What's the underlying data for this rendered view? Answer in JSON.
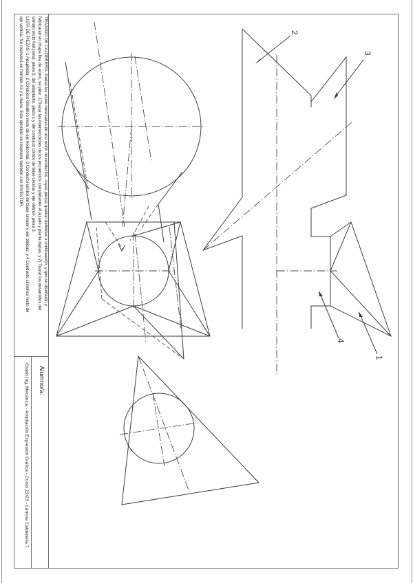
{
  "sheet": {
    "title_block": {
      "description_lines": [
        "TRAZADO DE CALDERERÍA. Dadas las vistas necesarias de una unión de conductos, cuyas piezas quedan definidas a continuación, y que se diseñarán y",
        "fabricarán en chapa fina de acero, se pide: 1)Trazar las intersecciones de los encuentros completando el alzado y planta dadas, y 2) Trazar los desarrollos del",
        "cilindro recto horizontal, pieza 2, del adaptador, pieza 1 y del conducto cónico de base circular y eje oblicuo, pieza 3.",
        "LISTA DE PIEZAS: 1 Adaptador, 2 Conducto cilíndrico recto de eje horizontal, 3 Conducto cónico de base circular y eje oblicuo, y 4 Conducto cilíndrico recto de",
        "eje vertical. Se resolverá en formato A3 y a mano. Este ejercicio se resolverá también con INVENTOR."
      ],
      "student_label": "Alumno/a:",
      "course_line": "Grado Ing. Mecánica - Ampliación Expresión Gráfica - Curso 22/23 - Lámina Calderería 7."
    },
    "part_labels": {
      "p1": "1",
      "p2": "2",
      "p3": "3",
      "p4": "4"
    },
    "colors": {
      "line": "#3a3a3a",
      "frame": "#6e6e6e",
      "background": "#ffffff"
    }
  }
}
